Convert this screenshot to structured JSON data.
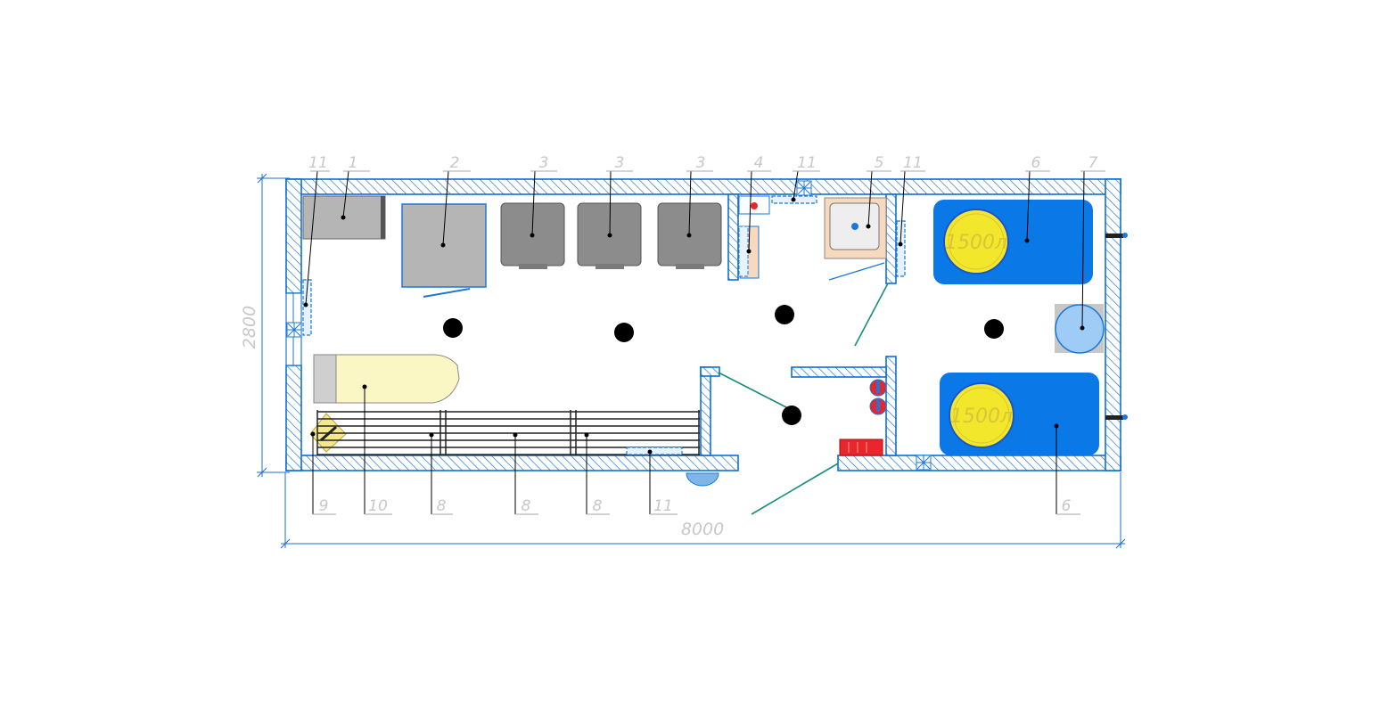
{
  "dimensions": {
    "width": "8000",
    "height": "2800"
  },
  "callouts": {
    "top": [
      "11",
      "1",
      "2",
      "3",
      "3",
      "3",
      "4",
      "11",
      "5",
      "11",
      "6",
      "7"
    ],
    "bottom": [
      "9",
      "10",
      "8",
      "8",
      "8",
      "11",
      "6"
    ]
  },
  "tanks": [
    {
      "label": "1500л"
    },
    {
      "label": "1500л"
    }
  ],
  "colors": {
    "wall_outline": "#0d6fd6",
    "hatch": "#1a6fd0",
    "tank_blue": "#0a78e6",
    "tank_yellow": "#f2e72a",
    "machine_gray": "#8c8c8c",
    "appliance_gray": "#b5b5b5",
    "bed_yellow": "#fbf7c4",
    "heater_red": "#e8262c",
    "door_teal": "#178c80",
    "callout_gray": "#c8c8c8"
  },
  "icons": [
    "lamp-icon",
    "fan-icon",
    "radiator-icon",
    "gas-cylinder-icon",
    "sink-icon",
    "water-heater-icon",
    "tap-icon"
  ]
}
